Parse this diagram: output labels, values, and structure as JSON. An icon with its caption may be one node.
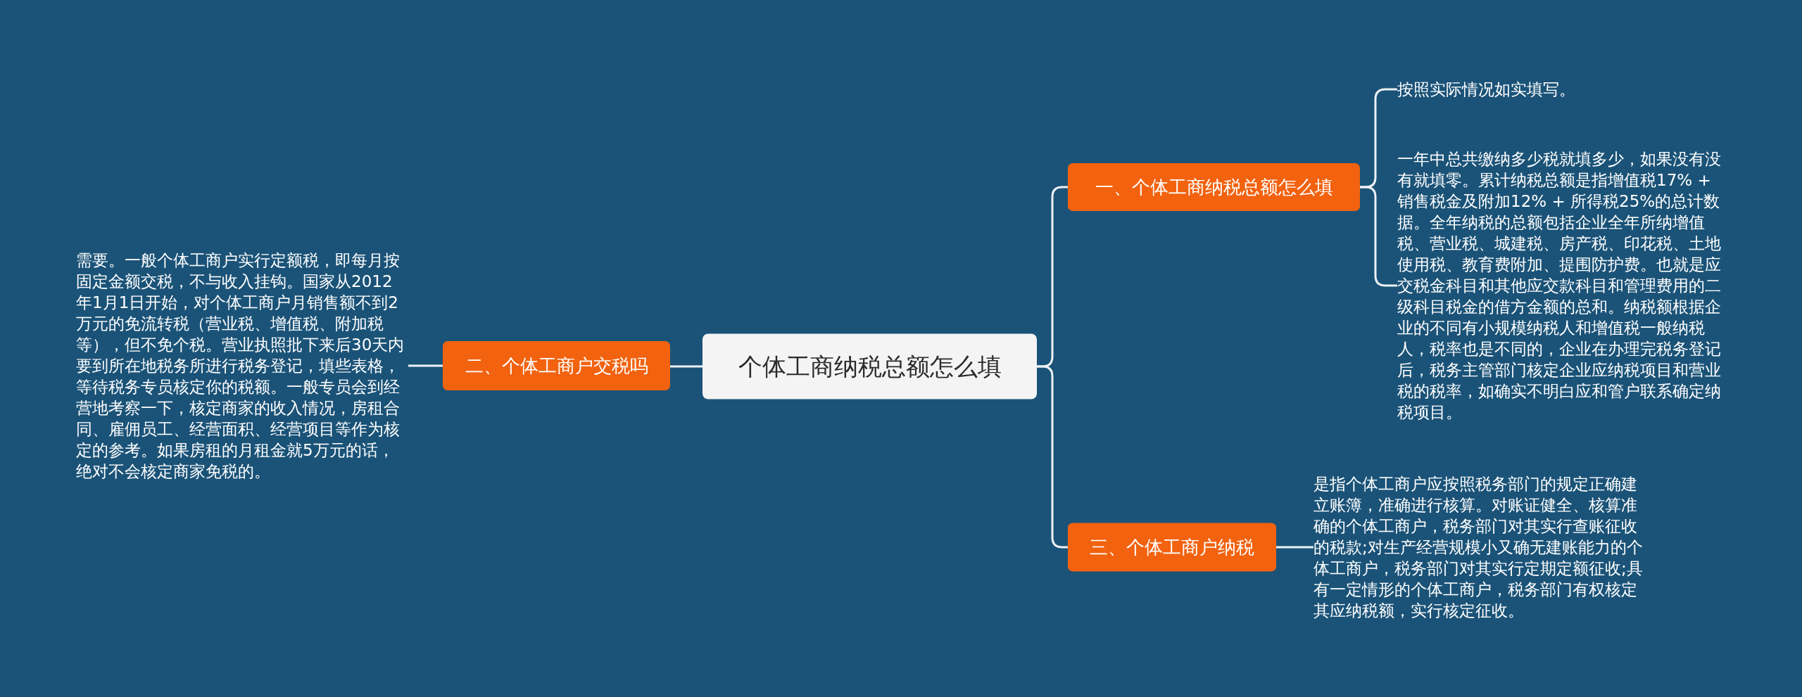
{
  "diagram": {
    "nodes": [
      {
        "text": [
          "个体工商纳税总额怎么填"
        ]
      },
      {
        "text": [
          "一、个体工商纳税总额怎么填"
        ]
      },
      {
        "text": [
          "按照实际情况如实填写。"
        ]
      },
      {
        "text": [
          "一年中总共缴纳多少税就填多少，如果没有没有就填零。累计纳税总额是指增值税17% + 销售税金及附加12% + 所得税25%的总计数据。全年纳税的总额包括企业全年所纳增值税、营业税、城建税、房产税、印花税、土地使用税、教育费附加、提围防护费。也就是应交税金科目和其他应交款科目和管理费用的二级科目税金的借方金额的总和。纳税额根据企业的不同有小规模纳税人和增值税一般纳税人，税率也是不同的，企业在办理完税务登记后，税务主管部门核定企业应纳税项目和营业税的税率，如确实不明白应和管户联系确定纳税项目。"
        ]
      },
      {
        "text": [
          "二、个体工商户交税吗"
        ]
      },
      {
        "text": [
          "需要。一般个体工商户实行定额税，即每月按固定金额交税，不与收入挂钩。国家从2012年1月1日开始，对个体工商户月销售额不到2万元的免流转税（营业税、增值税、附加税等），但不免个税。营业执照批下来后30天内要到所在地税务所进行税务登记，填些表格，等待税务专员核定你的税额。一般专员会到经营地考察一下，核定商家的收入情况，房租合同、雇佣员工、经营面积、经营项目等作为核定的参考。如果房租的月租金就5万元的话，绝对不会核定商家免税的。"
        ]
      },
      {
        "text": [
          "三、个体工商户纳税"
        ]
      },
      {
        "text": [
          "是指个体工商户应按照税务部门的规定正确建立账簿，准确进行核算。对账证健全、核算准确的个体工商户，税务部门对其实行查账征收的税款;对生产经营规模小又确无建账能力的个体工商户，税务部门对其实行定期定额征收;具有一定情形的个体工商户，税务部门有权核定其应纳税额，实行核定征收。"
        ]
      }
    ],
    "edges": [
      {
        "from": 0,
        "to": 1,
        "arrow": "none"
      },
      {
        "from": 1,
        "to": 2,
        "arrow": "none"
      },
      {
        "from": 1,
        "to": 3,
        "arrow": "none"
      },
      {
        "from": 0,
        "to": 4,
        "arrow": "none"
      },
      {
        "from": 4,
        "to": 5,
        "arrow": "none"
      },
      {
        "from": 0,
        "to": 6,
        "arrow": "none"
      },
      {
        "from": 6,
        "to": 7,
        "arrow": "none"
      }
    ]
  }
}
